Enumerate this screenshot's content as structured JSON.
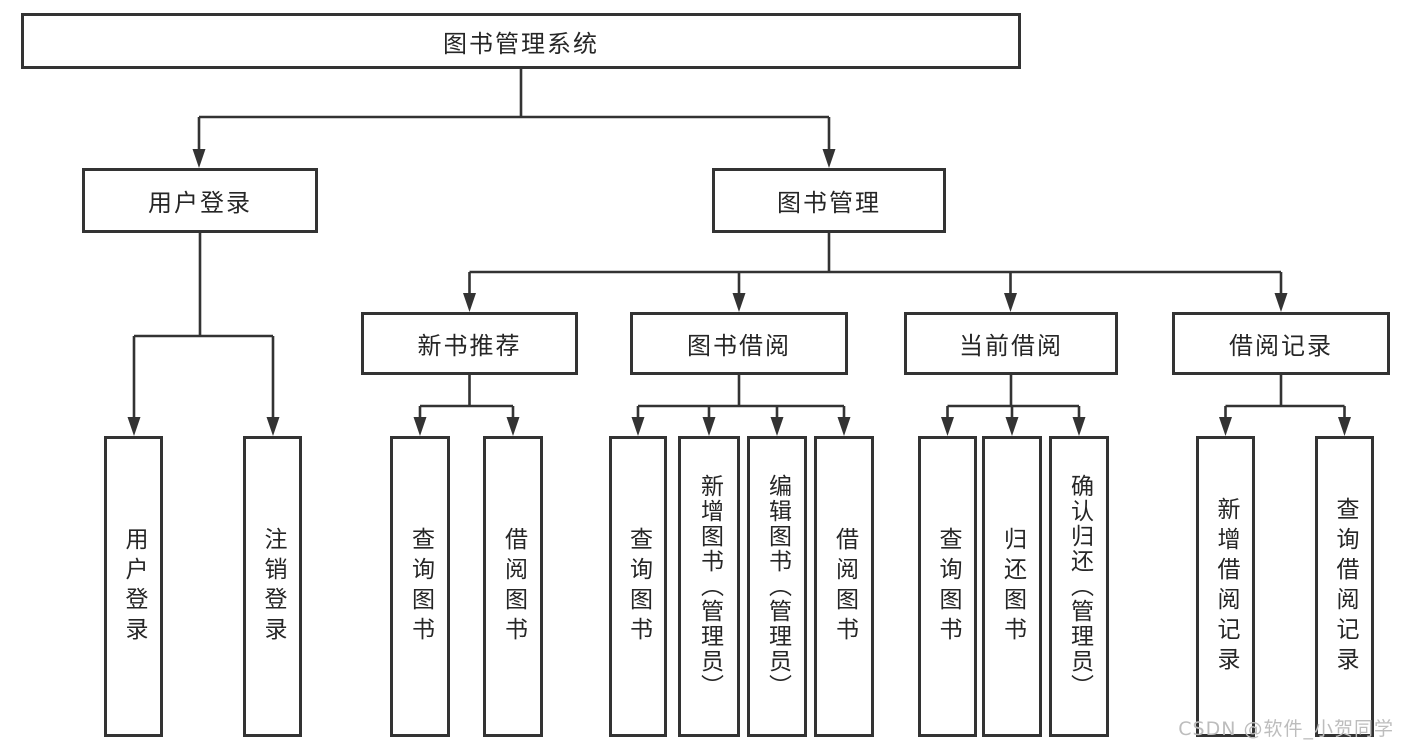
{
  "colors": {
    "line": "#333333",
    "text": "#262626",
    "watermark": "#bdbdbd",
    "background": "#ffffff"
  },
  "watermark": "CSDN @软件_小贺同学",
  "tree": {
    "root": "图书管理系统",
    "user_branch": {
      "label": "用户登录",
      "children": [
        "用户登录",
        "注销登录"
      ]
    },
    "book_branch": {
      "label": "图书管理",
      "sections": [
        {
          "label": "新书推荐",
          "children": [
            "查询图书",
            "借阅图书"
          ]
        },
        {
          "label": "图书借阅",
          "children": [
            "查询图书",
            "新增图书（管理员）",
            "编辑图书（管理员）",
            "借阅图书"
          ]
        },
        {
          "label": "当前借阅",
          "children": [
            "查询图书",
            "归还图书",
            "确认归还（管理员）"
          ]
        },
        {
          "label": "借阅记录",
          "children": [
            "新增借阅记录",
            "查询借阅记录"
          ]
        }
      ]
    }
  }
}
